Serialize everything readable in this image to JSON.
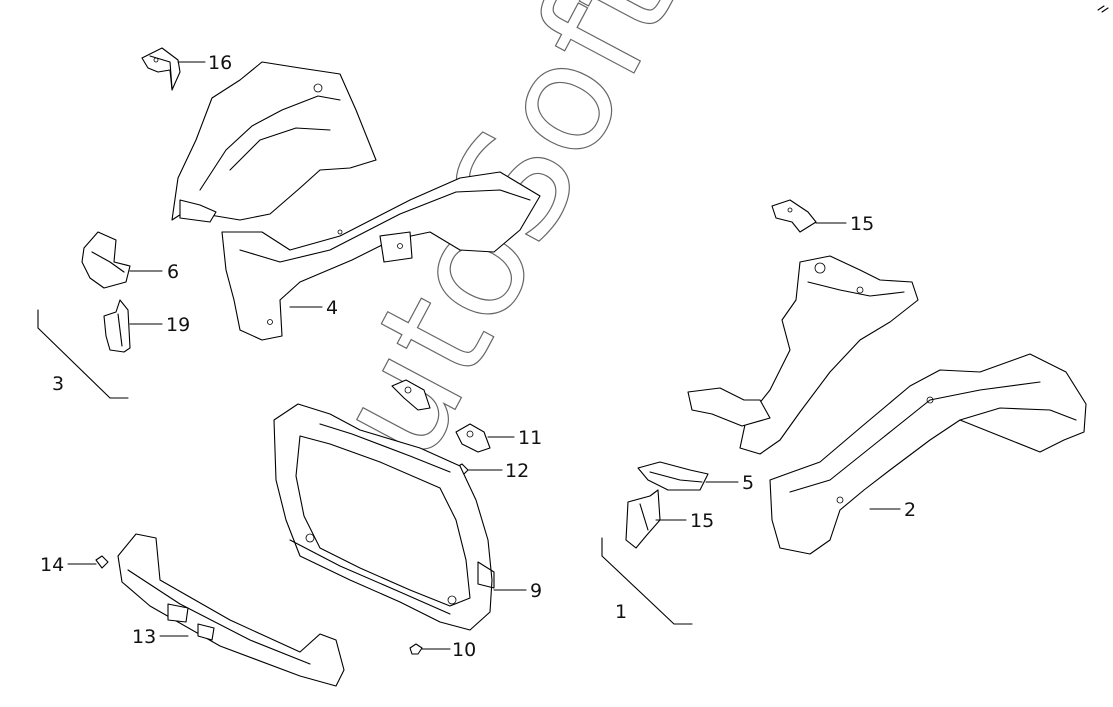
{
  "diagram": {
    "watermark": "AutoSoft",
    "callouts": {
      "c16": "16",
      "c6": "6",
      "c4": "4",
      "c19": "19",
      "c3": "3",
      "c11": "11",
      "c12": "12",
      "c14": "14",
      "c13": "13",
      "c9": "9",
      "c10": "10",
      "c15a": "15",
      "c5": "5",
      "c15b": "15",
      "c2": "2",
      "c1": "1"
    }
  }
}
